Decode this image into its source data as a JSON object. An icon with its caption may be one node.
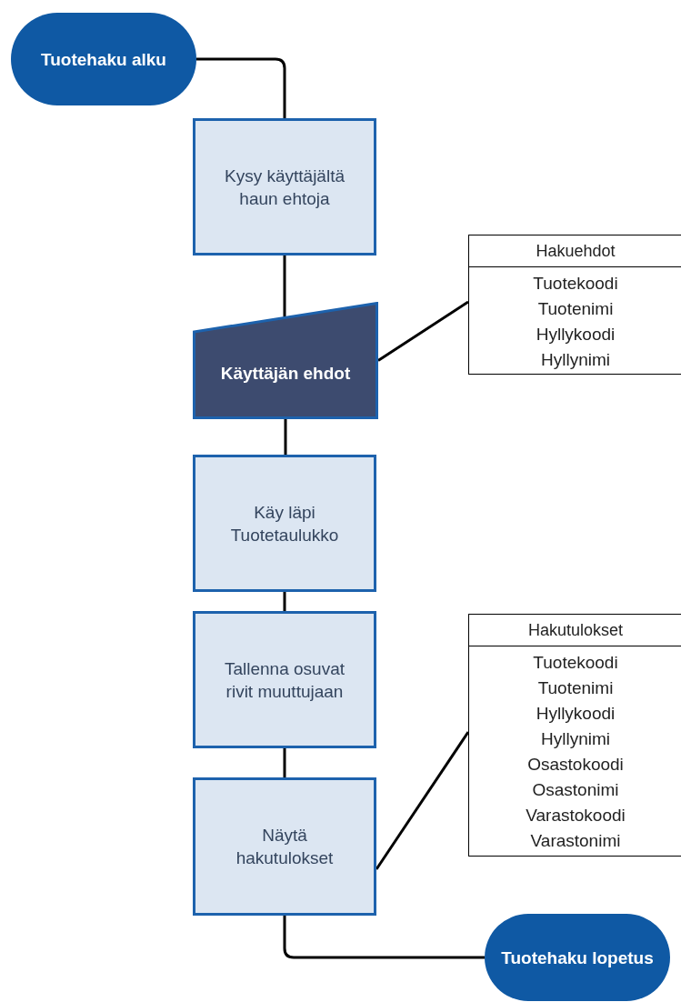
{
  "diagram": {
    "nodes": [
      {
        "text": [
          "Tuotehaku alku"
        ]
      },
      {
        "text": [
          "Kysy käyttäjältä haun ehtoja"
        ]
      },
      {
        "text": [
          "Käyttäjän ehdot"
        ]
      },
      {
        "text": [
          "Hakuehdot",
          "Tuotekoodi",
          "Tuotenimi",
          "Hyllykoodi",
          "Hyllynimi"
        ]
      },
      {
        "text": [
          "Käy läpi Tuotetaulukko"
        ]
      },
      {
        "text": [
          "Tallenna osuvat rivit muuttujaan"
        ]
      },
      {
        "text": [
          "Näytä hakutulokset"
        ]
      },
      {
        "text": [
          "Hakutulokset",
          "Tuotekoodi",
          "Tuotenimi",
          "Hyllykoodi",
          "Hyllynimi",
          "Osastokoodi",
          "Osastonimi",
          "Varastokoodi",
          "Varastonimi"
        ]
      },
      {
        "text": [
          "Tuotehaku lopetus"
        ]
      }
    ],
    "edges": [
      {
        "from": 0,
        "to": 1,
        "arrow": "none"
      },
      {
        "from": 1,
        "to": 2,
        "arrow": "none"
      },
      {
        "from": 2,
        "to": 3,
        "arrow": "none"
      },
      {
        "from": 2,
        "to": 4,
        "arrow": "none"
      },
      {
        "from": 4,
        "to": 5,
        "arrow": "none"
      },
      {
        "from": 5,
        "to": 6,
        "arrow": "none"
      },
      {
        "from": 6,
        "to": 7,
        "arrow": "none"
      },
      {
        "from": 6,
        "to": 8,
        "arrow": "none"
      }
    ]
  }
}
